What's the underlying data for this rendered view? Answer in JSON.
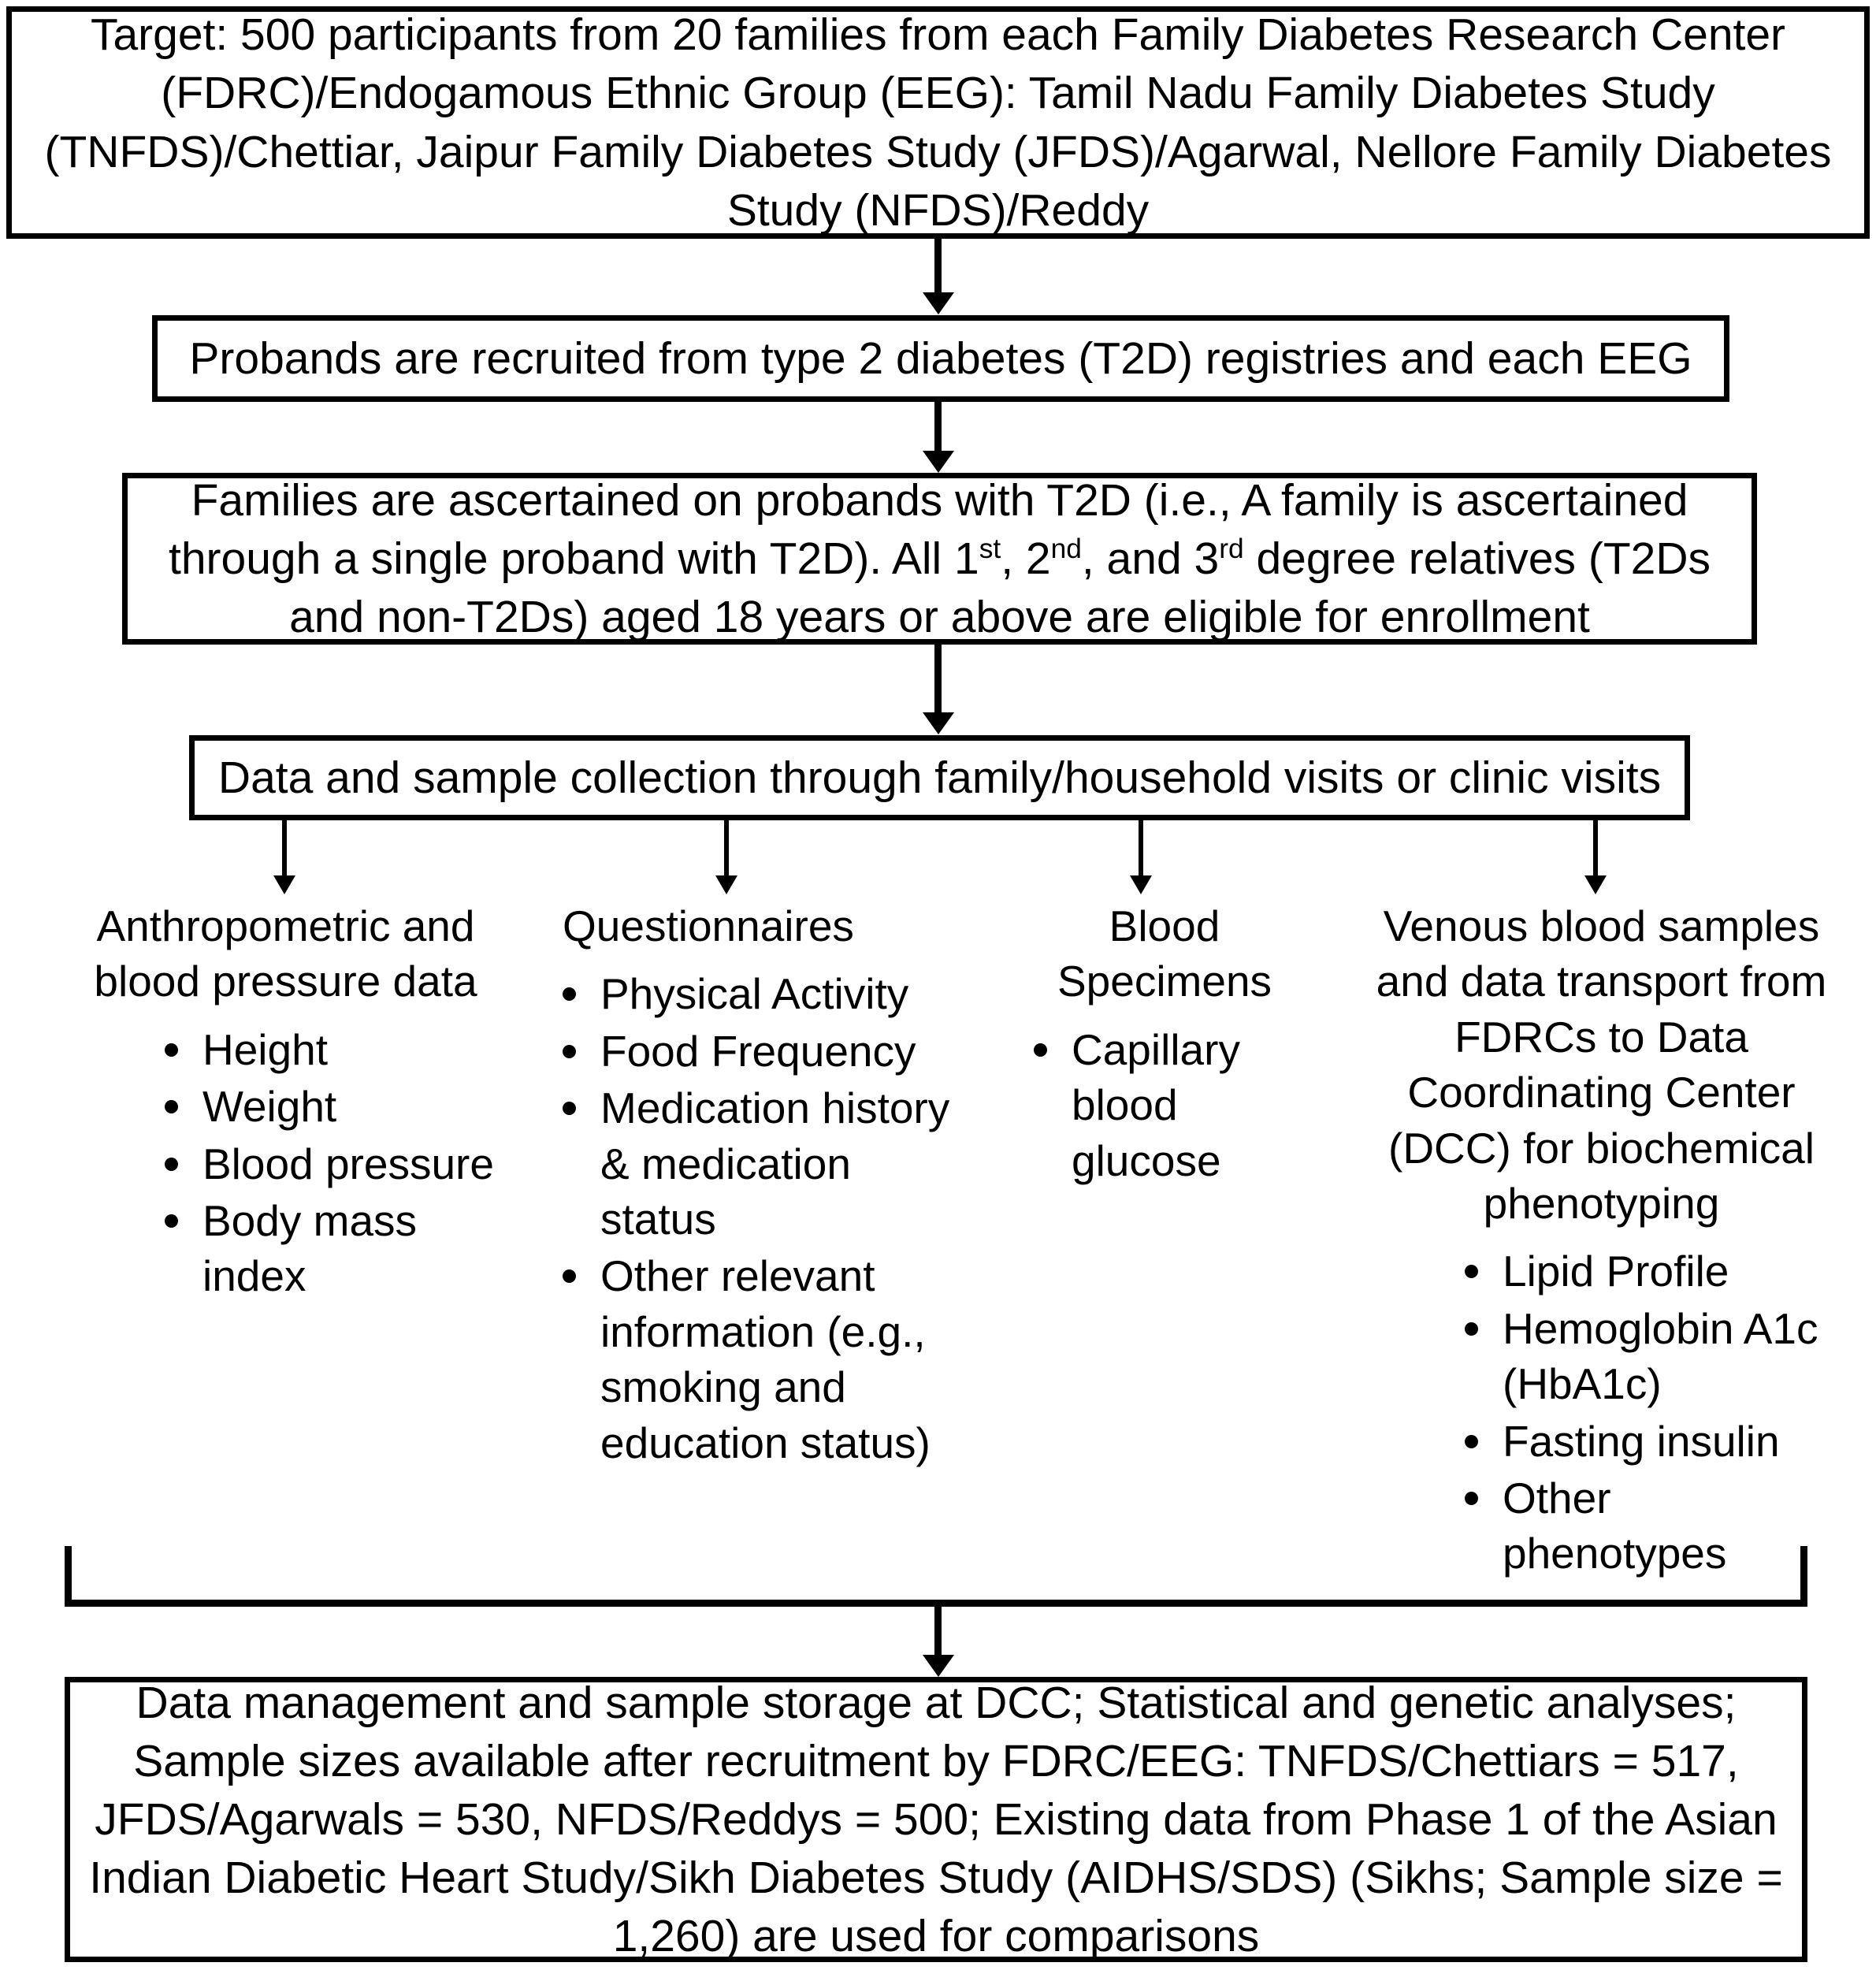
{
  "flow": {
    "box_target": "Target: 500 participants from 20 families from each Family Diabetes Research Center (FDRC)/Endogamous Ethnic Group (EEG): Tamil Nadu Family Diabetes Study (TNFDS)/Chettiar, Jaipur Family Diabetes Study (JFDS)/Agarwal, Nellore Family Diabetes Study (NFDS)/Reddy",
    "box_probands": "Probands are recruited from type 2 diabetes (T2D) registries and each EEG",
    "box_families_html": "Families are ascertained on probands with T2D (i.e., A family is ascertained through a single proband with T2D). All 1<sup>st</sup>, 2<sup>nd</sup>, and 3<sup>rd</sup> degree relatives (T2Ds and non-T2Ds) aged 18 years or above are eligible for enrollment",
    "box_collection": "Data and sample collection through family/household visits or clinic visits",
    "box_dcc": "Data management and sample storage at DCC; Statistical and genetic analyses; Sample sizes available after recruitment by FDRC/EEG: TNFDS/Chettiars = 517, JFDS/Agarwals = 530, NFDS/Reddys = 500; Existing data from Phase 1 of the Asian Indian Diabetic Heart Study/Sikh Diabetes Study (AIDHS/SDS) (Sikhs; Sample size = 1,260) are used for comparisons"
  },
  "columns": [
    {
      "id": "anthropometric",
      "heading": "Anthropometric and blood pressure data",
      "items": [
        "Height",
        "Weight",
        "Blood pressure",
        "Body mass index"
      ]
    },
    {
      "id": "questionnaires",
      "heading": "Questionnaires",
      "items": [
        "Physical Activity",
        "Food Frequency",
        "Medication history & medication status",
        "Other relevant information (e.g., smoking and education status)"
      ]
    },
    {
      "id": "blood-specimens",
      "heading": "Blood Specimens",
      "items": [
        "Capillary blood glucose"
      ]
    },
    {
      "id": "venous-blood",
      "heading": "Venous blood samples and data transport from FDRCs to Data Coordinating Center (DCC) for biochemical phenotyping",
      "items": [
        "Lipid Profile",
        "Hemoglobin A1c (HbA1c)",
        "Fasting insulin",
        "Other phenotypes"
      ]
    }
  ],
  "sample_sizes": {
    "target_participants": 500,
    "target_families": 20,
    "TNFDS_Chettiars": 517,
    "JFDS_Agarwals": 530,
    "NFDS_Reddys": 500,
    "AIDHS_SDS_Sikhs": 1260,
    "minimum_age_years": 18
  },
  "style": {
    "stroke_color": "#000000",
    "background_color": "#ffffff"
  }
}
